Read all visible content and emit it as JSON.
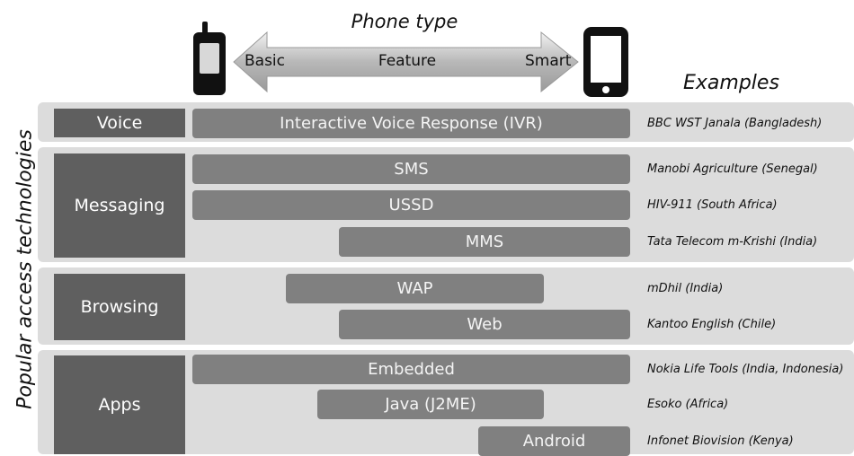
{
  "header": {
    "phone_type_title": "Phone type",
    "examples_title": "Examples",
    "arrow_labels": {
      "basic": "Basic",
      "feature": "Feature",
      "smart": "Smart"
    }
  },
  "y_axis_label": "Popular access technologies",
  "groups": [
    {
      "category": "Voice",
      "rows": [
        {
          "tech": "Interactive Voice Response (IVR)",
          "example": "BBC WST Janala (Bangladesh)"
        }
      ]
    },
    {
      "category": "Messaging",
      "rows": [
        {
          "tech": "SMS",
          "example": "Manobi Agriculture (Senegal)"
        },
        {
          "tech": "USSD",
          "example": "HIV-911 (South Africa)"
        },
        {
          "tech": "MMS",
          "example": "Tata Telecom m-Krishi (India)"
        }
      ]
    },
    {
      "category": "Browsing",
      "rows": [
        {
          "tech": "WAP",
          "example": "mDhil (India)"
        },
        {
          "tech": "Web",
          "example": "Kantoo English (Chile)"
        }
      ]
    },
    {
      "category": "Apps",
      "rows": [
        {
          "tech": "Embedded",
          "example": "Nokia Life Tools (India, Indonesia)"
        },
        {
          "tech": "Java (J2ME)",
          "example": "Esoko (Africa)"
        },
        {
          "tech": "Android",
          "example": "Infonet Biovision (Kenya)"
        }
      ]
    }
  ],
  "colors": {
    "group_background": "#dcdcdc",
    "category_box": "#5f5f5f",
    "technology_bar": "#808080"
  }
}
